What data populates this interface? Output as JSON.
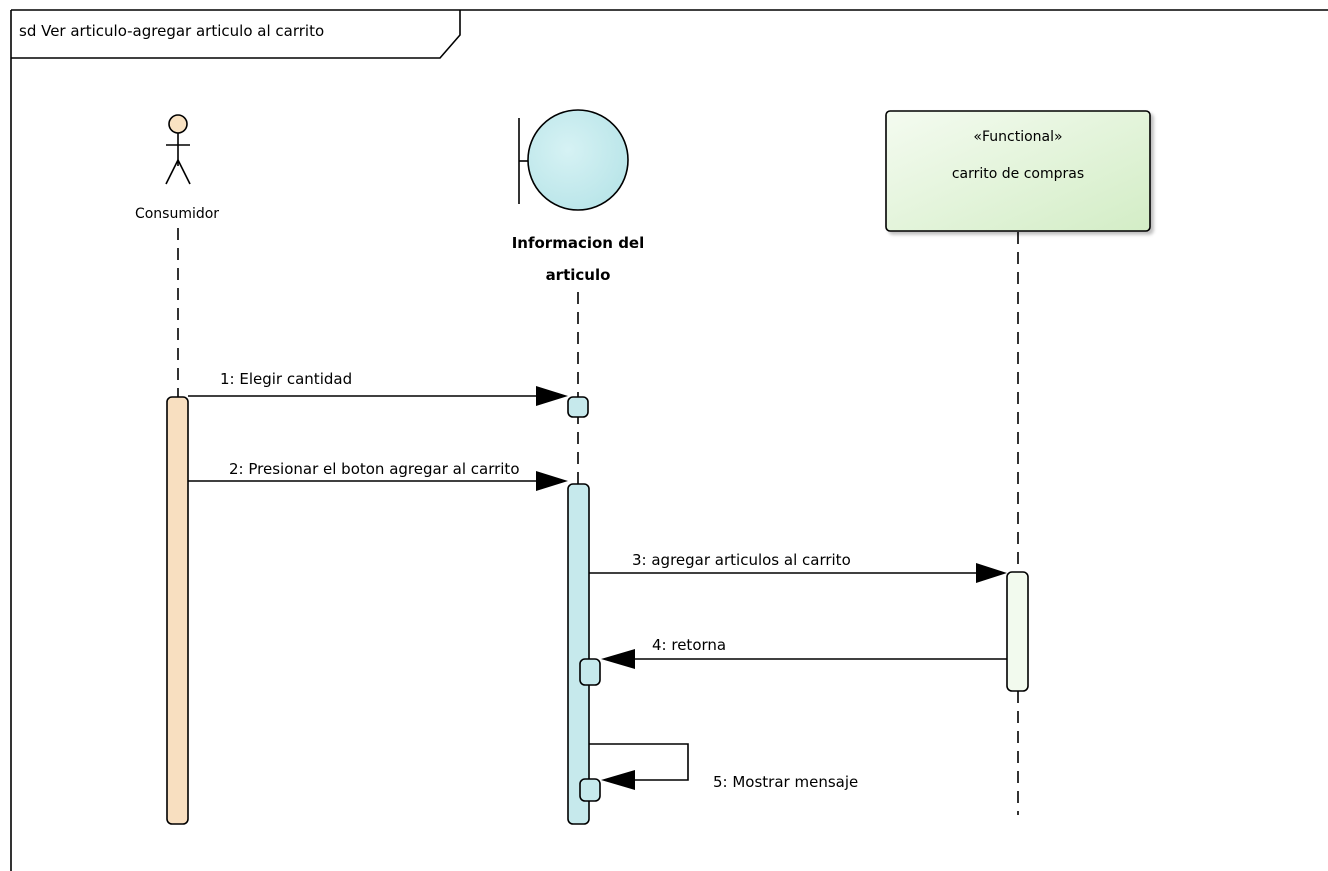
{
  "frame": {
    "title": "sd Ver articulo-agregar articulo al carrito"
  },
  "lifelines": {
    "consumidor": {
      "label": "Consumidor"
    },
    "boundary": {
      "label_line1": "Informacion del",
      "label_line2": "articulo"
    },
    "carrito": {
      "stereotype": "«Functional»",
      "label": "carrito de compras"
    }
  },
  "messages": [
    {
      "label": "1: Elegir cantidad"
    },
    {
      "label": "2: Presionar el boton agregar al carrito"
    },
    {
      "label": "3: agregar articulos al carrito"
    },
    {
      "label": "4: retorna"
    },
    {
      "label": "5: Mostrar mensaje"
    }
  ],
  "colors": {
    "actor_fill": "#f9e2c2",
    "boundary_fill": "#c9ecef",
    "activation_boundary": "#c6e9ec",
    "activation_consumer": "#f8dfc0",
    "activation_carrito": "#f2faee",
    "functional_box_top": "#f4fbf0",
    "functional_box_bottom": "#d7efcc"
  }
}
